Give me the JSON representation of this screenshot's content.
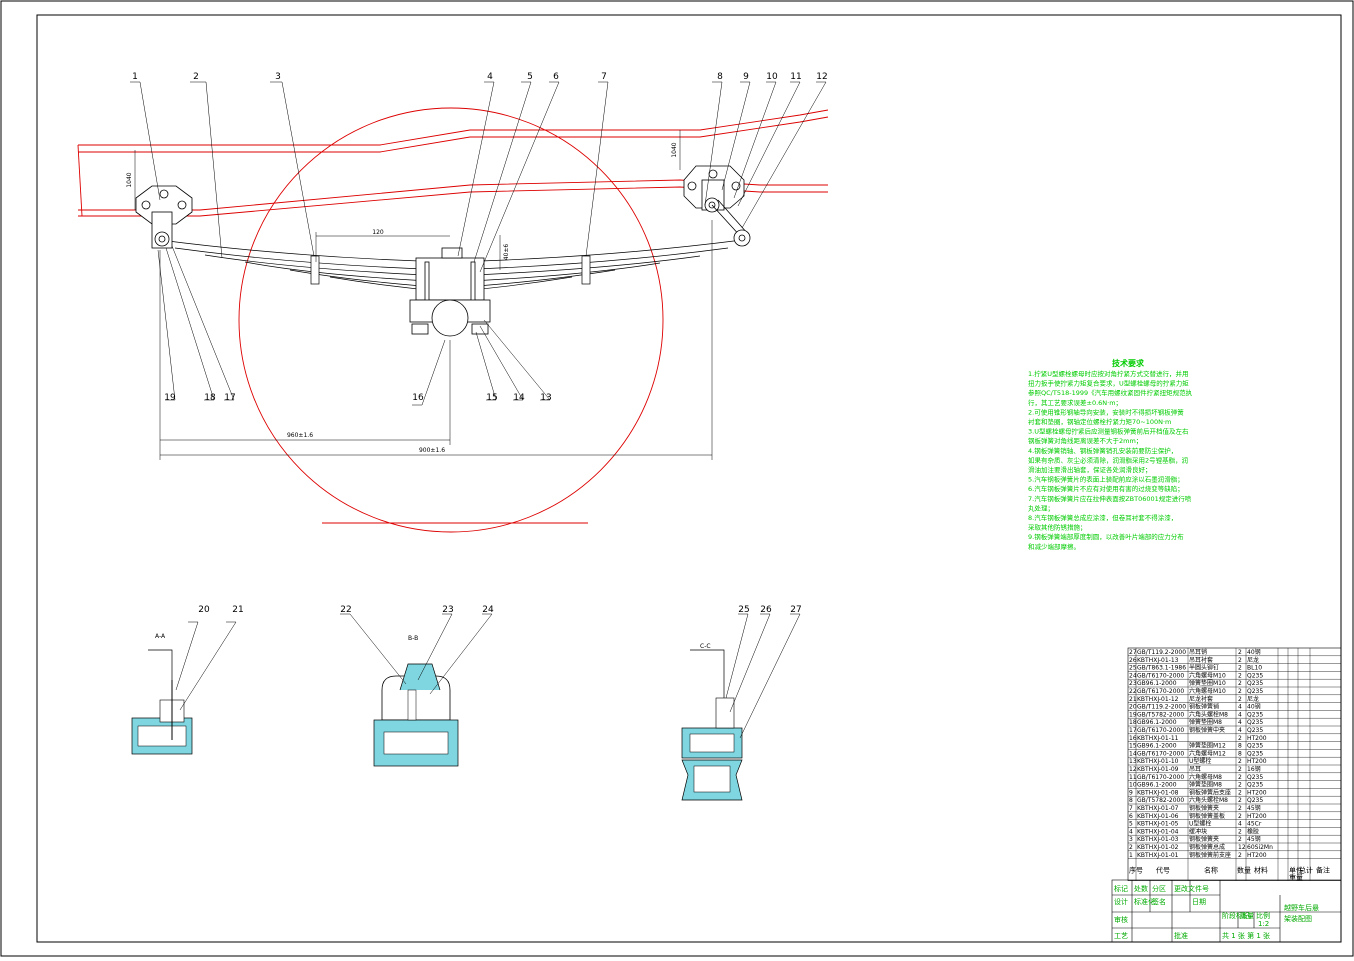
{
  "balloons": {
    "top": [
      "1",
      "2",
      "3",
      "4",
      "5",
      "6",
      "7",
      "8",
      "9",
      "10",
      "11",
      "12"
    ],
    "bottom": [
      "19",
      "18",
      "17",
      "16",
      "15",
      "14",
      "13"
    ],
    "sections": [
      "20",
      "21",
      "22",
      "23",
      "24",
      "25",
      "26",
      "27"
    ]
  },
  "dimensions": {
    "d120": "120",
    "d_left": "960±1.6",
    "d_total": "900±1.6",
    "frame_h_left": "1040",
    "frame_h_right": "1040",
    "spring_h": "40±6"
  },
  "section_labels": {
    "a": "A-A",
    "b": "B-B",
    "c": "C-C"
  },
  "notes": {
    "title": "技术要求",
    "lines": [
      "1.拧紧U型螺栓螺母时应按对角拧紧方式交替进行，并用",
      "扭力扳手使拧紧力矩复合要求，U型螺栓螺母的拧紧力矩",
      "参照QC/T518-1999《汽车用螺纹紧固件拧紧扭矩规范执",
      "行，其工艺要求误差±0.6N·m；",
      "2.可使用锥形钢轴导向安装，安装时不得损坏钢板弹簧",
      "衬套和垫圈，钢轴定位螺栓拧紧力矩70~100N·m",
      "3.U型螺栓螺母拧紧后应测量钢板弹簧前后开档值及左右",
      "钢板弹簧对角线距离误差不大于2mm；",
      "4.钢板弹簧销轴、钢板弹簧销孔安装前要防尘保护，",
      "如果有杂质、灰尘必须清除，润滑脂采用2号锂基脂，润",
      "滑油加注要滑出轴套，保证各处润滑良好；",
      "5.汽车钢板弹簧片的表面上装配前应涂以石墨润滑脂；",
      "6.汽车钢板弹簧片不应有对使用有害的过烧变等缺陷；",
      "7.汽车钢板弹簧片应在拉伸表面按ZBT06001规定进行喷",
      "丸处理；",
      "8.汽车钢板弹簧总成应涂漆，但卷耳衬套不得涂漆，",
      "采取其他防锈措施；",
      "9.钢板弹簧端部厚度制圆，以改善叶片端部的应力分布",
      "和减少端部摩擦。"
    ]
  },
  "bom": [
    {
      "no": "27",
      "code": "GB/T119.2-2000",
      "name": "吊耳销",
      "qty": "2",
      "mat": "40钢"
    },
    {
      "no": "26",
      "code": "KBTHXJ-01-13",
      "name": "吊耳衬套",
      "qty": "2",
      "mat": "尼龙"
    },
    {
      "no": "25",
      "code": "GB/T863.1-1986",
      "name": "半圆头铆钉",
      "qty": "2",
      "mat": "BL10"
    },
    {
      "no": "24",
      "code": "GB/T6170-2000",
      "name": "六角螺母M10",
      "qty": "2",
      "mat": "Q235"
    },
    {
      "no": "23",
      "code": "GB96.1-2000",
      "name": "弹簧垫圈M10",
      "qty": "2",
      "mat": "Q235"
    },
    {
      "no": "22",
      "code": "GB/T6170-2000",
      "name": "六角螺母M10",
      "qty": "2",
      "mat": "Q235"
    },
    {
      "no": "21",
      "code": "KBTHXJ-01-12",
      "name": "尼龙衬套",
      "qty": "2",
      "mat": "尼龙"
    },
    {
      "no": "20",
      "code": "GB/T119.2-2000",
      "name": "钢板弹簧销",
      "qty": "4",
      "mat": "40钢"
    },
    {
      "no": "19",
      "code": "GB/T5782-2000",
      "name": "六角头螺栓M8",
      "qty": "4",
      "mat": "Q235"
    },
    {
      "no": "18",
      "code": "GB96.1-2000",
      "name": "弹簧垫圈M8",
      "qty": "4",
      "mat": "Q235"
    },
    {
      "no": "17",
      "code": "GB/T6170-2000",
      "name": "钢板弹簧中夹",
      "qty": "4",
      "mat": "Q235"
    },
    {
      "no": "16",
      "code": "KBTHXJ-01-11",
      "name": "",
      "qty": "2",
      "mat": "HT200"
    },
    {
      "no": "15",
      "code": "GB96.1-2000",
      "name": "弹簧垫圈M12",
      "qty": "8",
      "mat": "Q235"
    },
    {
      "no": "14",
      "code": "GB/T6170-2000",
      "name": "六角螺母M12",
      "qty": "8",
      "mat": "Q235"
    },
    {
      "no": "13",
      "code": "KBTHXJ-01-10",
      "name": "U型螺栓",
      "qty": "2",
      "mat": "HT200"
    },
    {
      "no": "12",
      "code": "KBTHXJ-01-09",
      "name": "吊耳",
      "qty": "2",
      "mat": "16钢"
    },
    {
      "no": "11",
      "code": "GB/T6170-2000",
      "name": "六角螺母M8",
      "qty": "2",
      "mat": "Q235"
    },
    {
      "no": "10",
      "code": "GB96.1-2000",
      "name": "弹簧垫圈M8",
      "qty": "2",
      "mat": "Q235"
    },
    {
      "no": "9",
      "code": "KBTHXJ-01-08",
      "name": "钢板弹簧后支座",
      "qty": "2",
      "mat": "HT200"
    },
    {
      "no": "8",
      "code": "GB/T5782-2000",
      "name": "六角头螺栓M8",
      "qty": "2",
      "mat": "Q235"
    },
    {
      "no": "7",
      "code": "KBTHXJ-01-07",
      "name": "钢板弹簧夹",
      "qty": "2",
      "mat": "45钢"
    },
    {
      "no": "6",
      "code": "KBTHXJ-01-06",
      "name": "钢板弹簧盖板",
      "qty": "2",
      "mat": "HT200"
    },
    {
      "no": "5",
      "code": "KBTHXJ-01-05",
      "name": "U型螺栓",
      "qty": "4",
      "mat": "45Cr"
    },
    {
      "no": "4",
      "code": "KBTHXJ-01-04",
      "name": "缓冲块",
      "qty": "2",
      "mat": "橡胶"
    },
    {
      "no": "3",
      "code": "KBTHXJ-01-03",
      "name": "钢板弹簧夹",
      "qty": "2",
      "mat": "45钢"
    },
    {
      "no": "2",
      "code": "KBTHXJ-01-02",
      "name": "钢板弹簧总成",
      "qty": "12",
      "mat": "60Si2Mn"
    },
    {
      "no": "1",
      "code": "KBTHXJ-01-01",
      "name": "钢板弹簧前支座",
      "qty": "2",
      "mat": "HT200"
    }
  ],
  "bom_header": {
    "no": "序号",
    "code": "代号",
    "name": "名称",
    "qty": "数量",
    "mat": "材料",
    "unit": "单件",
    "total": "总计",
    "weight": "重量",
    "remark": "备注"
  },
  "title_block": {
    "title_l1": "越野车后悬",
    "title_l2": "架装配图",
    "stage": "阶段标记",
    "weight": "重量",
    "ratio": "比例",
    "ratio_val": "1:2",
    "sheet": "共 1 张 第 1 张",
    "designer": "设计",
    "check": "审核",
    "process": "工艺",
    "std": "标准化",
    "approve": "批准",
    "date": "日期",
    "sign": "签名",
    "mark": "标记",
    "count": "处数",
    "partition": "分区",
    "change_doc": "更改文件号"
  }
}
